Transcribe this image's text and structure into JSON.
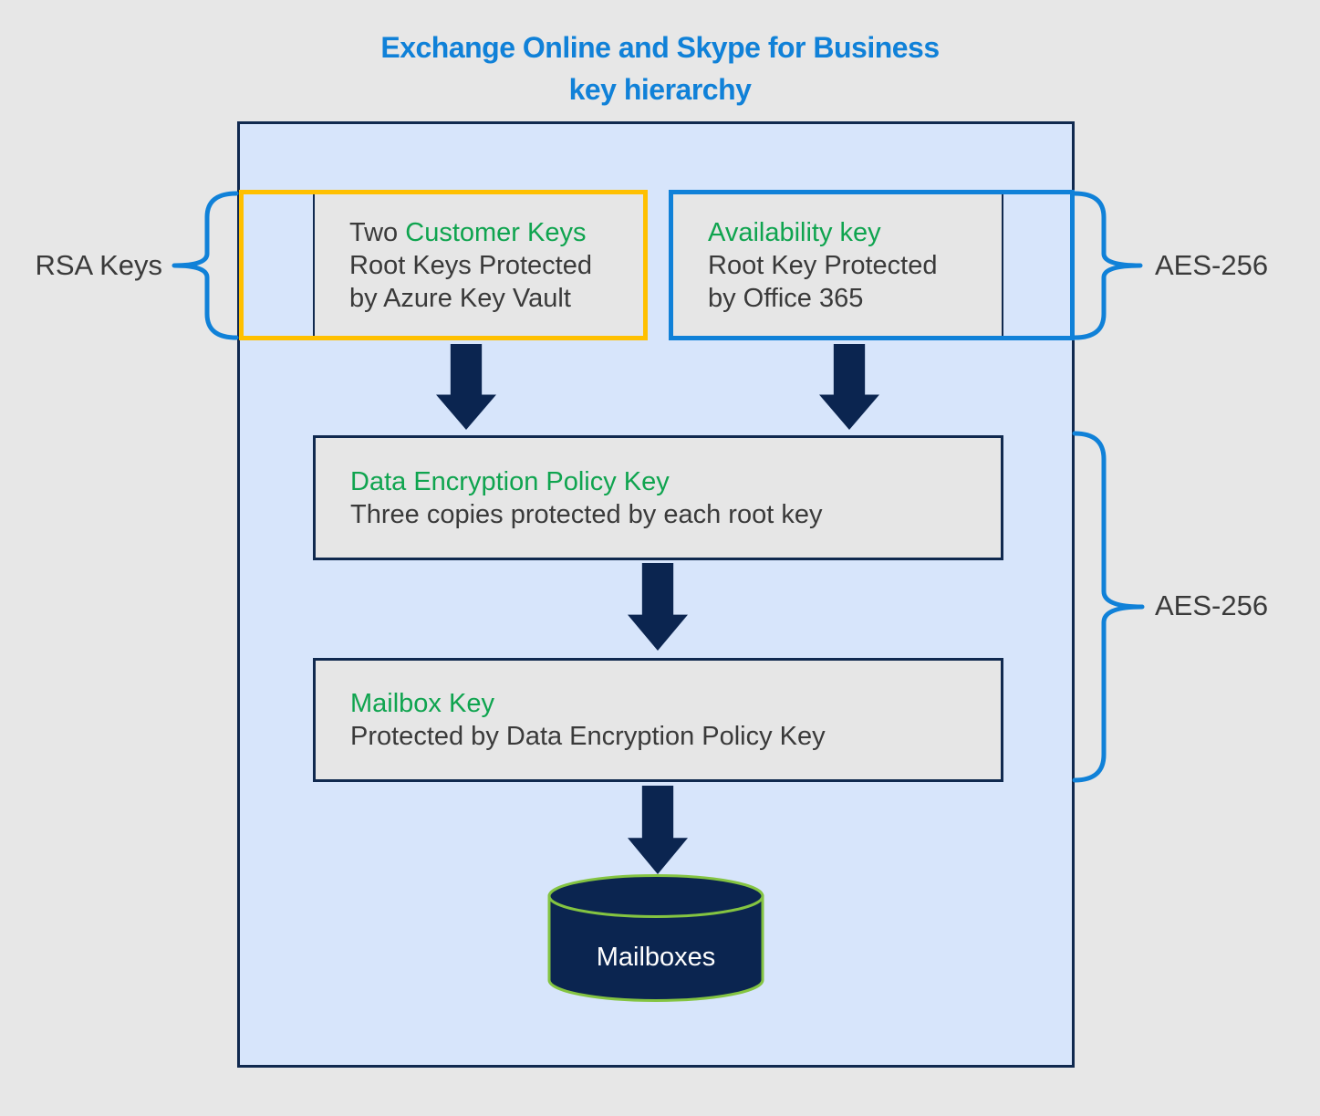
{
  "title": {
    "line1": "Exchange Online and Skype for Business",
    "line2": "key hierarchy"
  },
  "side_labels": {
    "rsa": "RSA Keys",
    "aes_top": "AES-256",
    "aes_bottom": "AES-256"
  },
  "nodes": {
    "customer_keys": {
      "plain_prefix": "Two ",
      "title": "Customer Keys",
      "line2": "Root Keys Protected",
      "line3": "by Azure Key Vault"
    },
    "availability_key": {
      "title": "Availability key",
      "line2": "Root Key Protected",
      "line3": "by Office 365"
    },
    "dep_key": {
      "title": "Data Encryption Policy Key",
      "line2": "Three copies protected by each root key"
    },
    "mailbox_key": {
      "title": "Mailbox Key",
      "line2": "Protected by Data Encryption Policy Key"
    },
    "mailboxes": {
      "label": "Mailboxes"
    }
  },
  "colors": {
    "page-bg": "#e7e7e7",
    "panel-blue": "#d7e5fb",
    "box-gray": "#e6e6e6",
    "navy": "#10294f",
    "arrow-navy": "#0b2550",
    "accent-blue": "#1081d8",
    "accent-yellow": "#ffc000",
    "green-text": "#0fa44f",
    "dark-text": "#3a3a3a",
    "cylinder-green": "#84c441",
    "white-text": "#ffffff"
  }
}
